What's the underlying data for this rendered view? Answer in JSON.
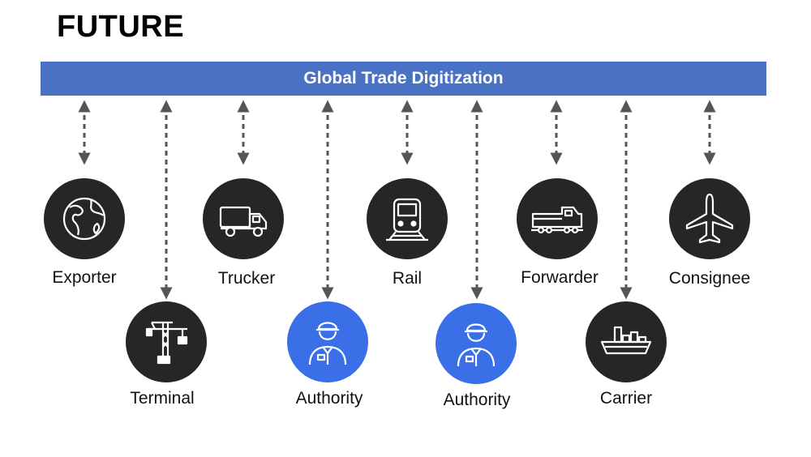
{
  "title": "FUTURE",
  "banner": {
    "label": "Global Trade Digitization",
    "color": "#4a72c4"
  },
  "nodes": [
    {
      "label": "Exporter",
      "icon": "globe-icon",
      "row": "upper"
    },
    {
      "label": "Terminal",
      "icon": "crane-icon",
      "row": "lower"
    },
    {
      "label": "Trucker",
      "icon": "truck-icon",
      "row": "upper"
    },
    {
      "label": "Authority",
      "icon": "officer-icon",
      "row": "lower",
      "highlight": true
    },
    {
      "label": "Rail",
      "icon": "train-icon",
      "row": "upper"
    },
    {
      "label": "Authority",
      "icon": "officer-icon",
      "row": "lower",
      "highlight": true
    },
    {
      "label": "Forwarder",
      "icon": "locomotive-icon",
      "row": "upper"
    },
    {
      "label": "Carrier",
      "icon": "ship-icon",
      "row": "lower"
    },
    {
      "label": "Consignee",
      "icon": "airplane-icon",
      "row": "upper"
    }
  ],
  "colors": {
    "node": "#262626",
    "authority": "#3a6fe8",
    "connector": "#555555"
  }
}
